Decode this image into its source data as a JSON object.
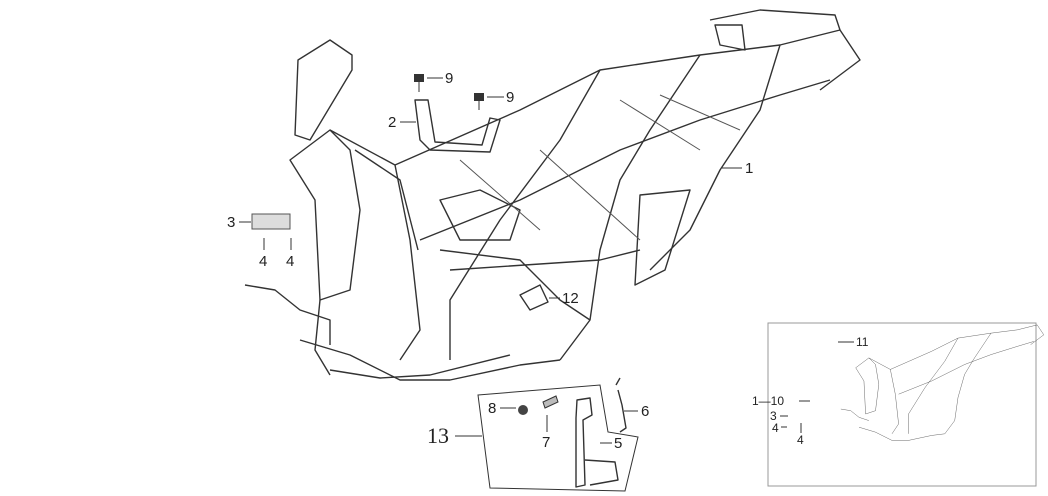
{
  "diagram": {
    "callouts": {
      "frame": "1",
      "bracket": "2",
      "sticker": "3",
      "rivet_a": "4",
      "rivet_b": "4",
      "stand": "5",
      "spring": "6",
      "stand_bolt": "7",
      "stand_nut": "8",
      "bolt_a": "9",
      "bolt_b": "9",
      "stopper": "12",
      "stand_kit": "13"
    },
    "inset": {
      "plate": "11",
      "vin_plate": "1—10",
      "sticker": "3",
      "rivet_a": "4",
      "rivet_b": "4"
    }
  }
}
